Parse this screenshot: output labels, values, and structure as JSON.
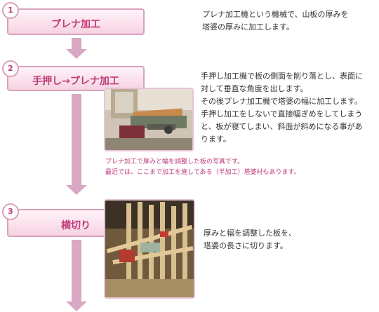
{
  "steps": [
    {
      "num": "1",
      "title": "プレナ加工"
    },
    {
      "num": "2",
      "title": "手押し→プレナ加工"
    },
    {
      "num": "3",
      "title": "横切り"
    }
  ],
  "descriptions": {
    "step1_line1": "プレナ加工機という機械で、山板の厚みを",
    "step1_line2": "塔婆の厚みに加工します。",
    "step2_line1": "手押し加工機で板の側面を削り落とし、表面に",
    "step2_line2": "対して垂直な角度を出します。",
    "step2_line3": "その後プレナ加工機で塔婆の幅に加工します。",
    "step2_line4": "手押し加工をしないで直接幅ぎめをしてしまう",
    "step2_line5": "と、板が寝てしまい、斜面が斜めになる事があ",
    "step2_line6": "ります。",
    "step3_line1": "厚みと幅を調整した板を、",
    "step3_line2": "塔婆の長さに切ります。"
  },
  "captions": {
    "line1": "プレナ加工で厚みと幅を調整した板の写真です。",
    "line2": "最近では、ここまで加工を施してある（半加工）塔婆材もあります。"
  },
  "colors": {
    "accent": "#c03c79",
    "border": "#d9a2bb",
    "arrow": "#d9a8c2"
  }
}
